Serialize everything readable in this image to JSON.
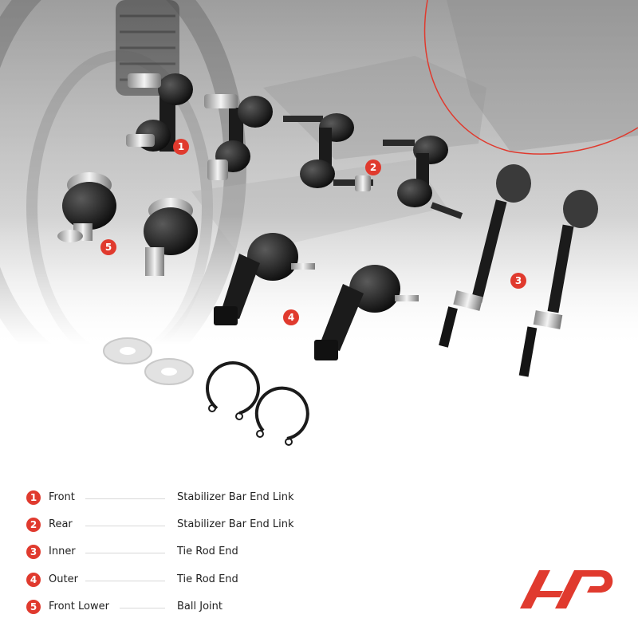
{
  "colors": {
    "accent": "#e03a2e",
    "part_dark": "#1b1b1b",
    "chrome": "#d9d9d9",
    "background_grey": "#bdbdbd"
  },
  "image_badges": [
    "1",
    "2",
    "3",
    "4",
    "5"
  ],
  "legend": [
    {
      "number": "1",
      "position": "Front",
      "part": "Stabilizer Bar End Link"
    },
    {
      "number": "2",
      "position": "Rear",
      "part": "Stabilizer Bar End Link"
    },
    {
      "number": "3",
      "position": "Inner",
      "part": "Tie Rod End"
    },
    {
      "number": "4",
      "position": "Outer",
      "part": "Tie Rod End"
    },
    {
      "number": "5",
      "position": "Front Lower",
      "part": "Ball Joint"
    }
  ],
  "logo": {
    "icon": "brand-logo-icon"
  }
}
